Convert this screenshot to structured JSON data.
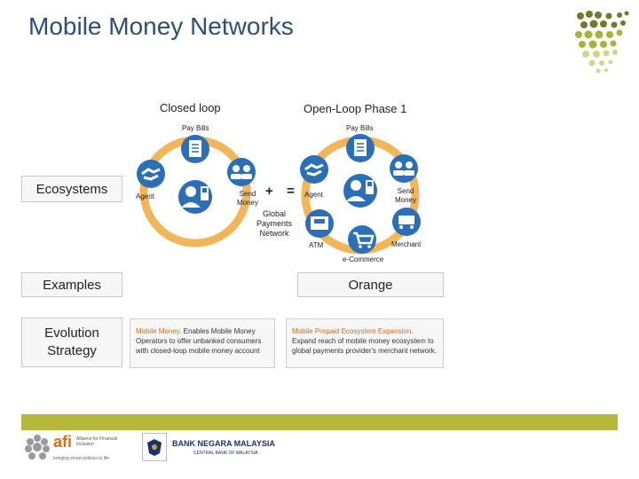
{
  "title": "Mobile Money Networks",
  "columns": {
    "closed_loop": "Closed loop",
    "open_loop": "Open-Loop Phase 1"
  },
  "row_labels": {
    "ecosystems": "Ecosystems",
    "examples": "Examples",
    "evolution": "Evolution Strategy"
  },
  "closed_diagram": {
    "pay_bills": "Pay Bills",
    "agent": "Agent",
    "send_money": "Send Money"
  },
  "operators": {
    "plus": "+",
    "equals": "="
  },
  "open_diagram": {
    "pay_bills": "Pay Bills",
    "agent": "Agent",
    "send_money": "Send Money",
    "global_network": "Global Payments Network",
    "atm": "ATM",
    "merchant": "Merchant",
    "ecommerce": "e-Commerce"
  },
  "examples": {
    "open": "Orange"
  },
  "strategy": {
    "closed_highlight": "Mobile Money.",
    "closed_text": " Enables Mobile Money Operators to offer unbanked consumers with closed-loop mobile money account",
    "open_highlight": "Mobile Prepaid Ecosystem Expansion.",
    "open_text": " Expand reach of mobile money ecosystem to global payments provider's merchant network."
  },
  "logos": {
    "afi": "afi",
    "afi_sub": "Alliance for Financial Inclusion",
    "afi_tagline": "bringing smart policies to life",
    "bnm": "BANK NEGARA MALAYSIA",
    "bnm_sub": "CENTRAL BANK OF MALAYSIA"
  },
  "colors": {
    "title": "#2f4f75",
    "ring": "#f2b55a",
    "icon": "#2a6fb8",
    "footer": "#b5b83a",
    "accent": "#e06a0d"
  }
}
